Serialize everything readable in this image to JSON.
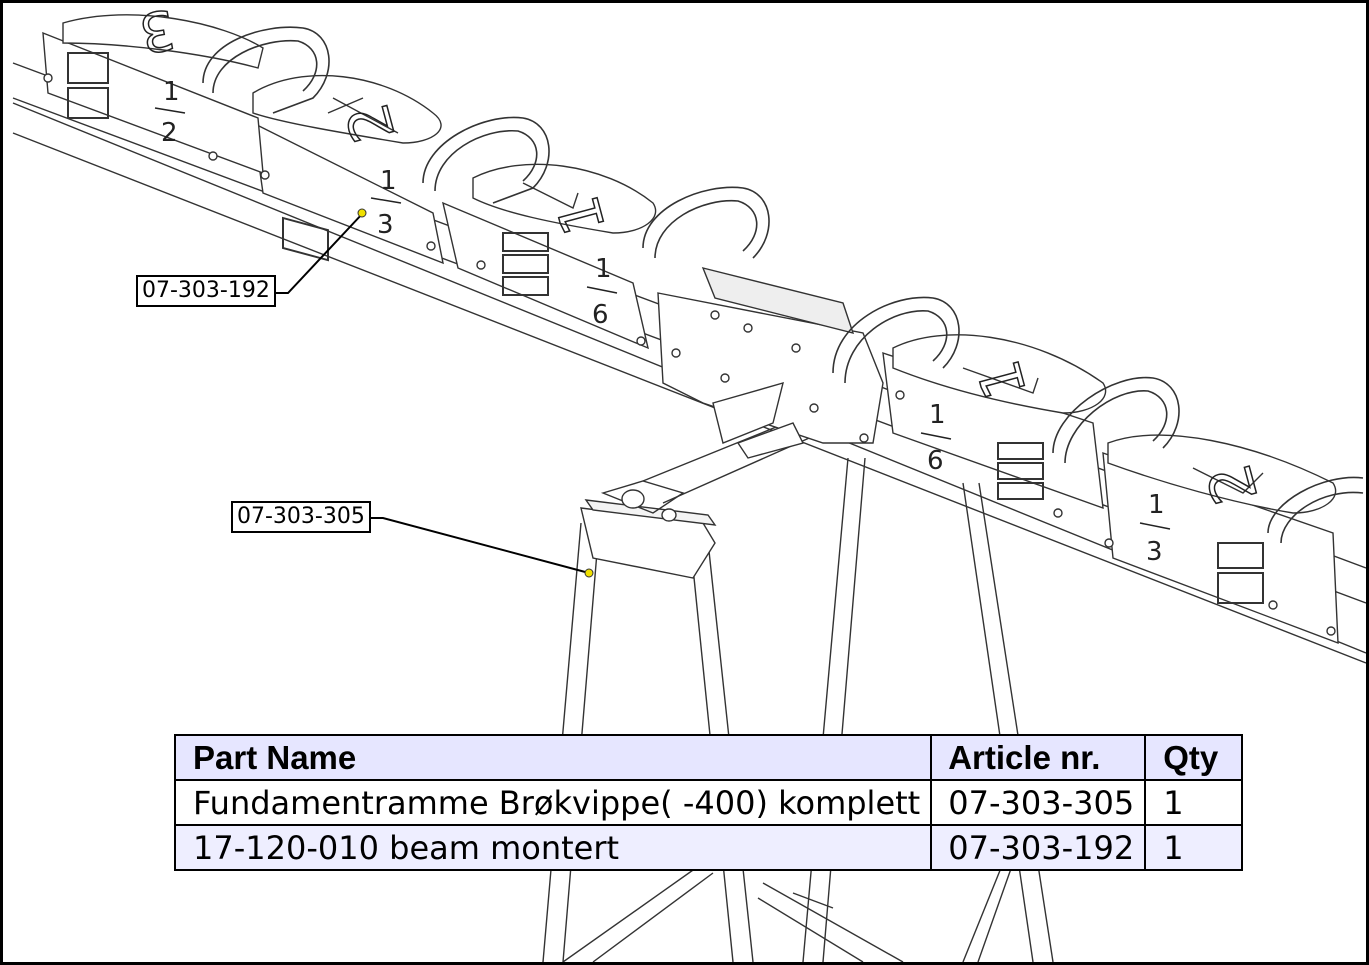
{
  "callouts": [
    {
      "label": "07-303-192"
    },
    {
      "label": "07-303-305"
    }
  ],
  "drawing": {
    "seat_fractions": [
      {
        "num": "1",
        "den": "2"
      },
      {
        "num": "1",
        "den": "3"
      },
      {
        "num": "1",
        "den": "6"
      },
      {
        "num": "1",
        "den": "6"
      },
      {
        "num": "1",
        "den": "3"
      }
    ],
    "seat_digits": [
      "3",
      "2",
      "1",
      "1",
      "2"
    ]
  },
  "bom": {
    "headers": {
      "part_name": "Part Name",
      "article": "Article nr.",
      "qty": "Qty"
    },
    "rows": [
      {
        "part_name": "Fundamentramme Brøkvippe( -400)  komplett",
        "article": "07-303-305",
        "qty": "1"
      },
      {
        "part_name": "17-120-010  beam montert",
        "article": "07-303-192",
        "qty": "1"
      }
    ]
  },
  "colors": {
    "leader_dot": "#f0e000",
    "header_bg": "#e6e6ff",
    "alt_row_bg": "#eeeeff"
  }
}
